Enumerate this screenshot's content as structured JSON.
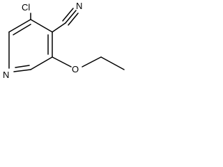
{
  "molecule": {
    "atoms": {
      "chlorine": "Cl",
      "nitrile_nitrogen": "N",
      "ring_nitrogen": "N",
      "oxygen": "O"
    },
    "colors": {
      "bond": "#000000",
      "label": "#000000",
      "background": "#ffffff"
    }
  }
}
